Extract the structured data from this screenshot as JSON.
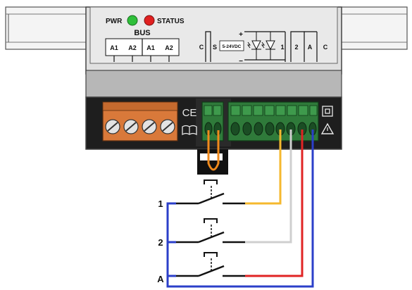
{
  "indicators": {
    "pwr_label": "PWR",
    "status_label": "STATUS",
    "pwr_color": "#2fbf3a",
    "status_color": "#e02020"
  },
  "bus": {
    "title": "BUS",
    "terminals": [
      "A1",
      "A2",
      "A1",
      "A2"
    ]
  },
  "inputs": {
    "c_left": "C",
    "s": "S",
    "voltage": "5-24VDC",
    "plus": "+",
    "minus": "−",
    "terminals": [
      "1",
      "2",
      "A"
    ],
    "c_right": "C"
  },
  "marks": {
    "ce": "CE",
    "book_icon": "book-icon",
    "double_insulation_icon": "double-insulation-icon",
    "warning_icon": "warning-triangle-icon"
  },
  "switches": [
    {
      "label": "1",
      "wire_color": "#f5b82e"
    },
    {
      "label": "2",
      "wire_color": "#cfcfcf"
    },
    {
      "label": "A",
      "wire_color": "#e02424"
    }
  ],
  "common_wire_color": "#2b3fc9",
  "bridge_wire_color": "#f08a1c",
  "terminal_block_color": "#d9793a",
  "connector_color": "#2f7a3a"
}
